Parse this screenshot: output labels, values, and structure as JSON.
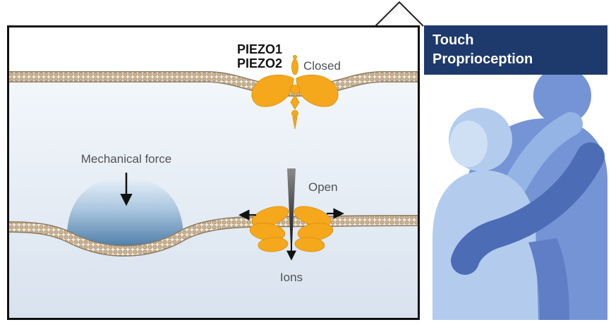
{
  "figure": {
    "main": {
      "piezo_label_line1": "PIEZO1",
      "piezo_label_line2": "PIEZO2",
      "closed_label": "Closed",
      "mechanical_force_label": "Mechanical force",
      "open_label": "Open",
      "ions_label": "Ions"
    },
    "side": {
      "title_line1": "Touch",
      "title_line2": "Proprioception"
    }
  },
  "icons": {
    "mechanical_force_arrow": "down-arrow",
    "ion_flow_arrow": "down-arrow",
    "membrane_tension_arrow_left": "left-arrow",
    "membrane_tension_arrow_right": "right-arrow",
    "magnification_callout": "zoom-wedge-lines"
  },
  "colors": {
    "channel_orange": "#f5a81c",
    "membrane_bead_tan": "#cdb293",
    "membrane_edge_brown": "#8d7a60",
    "cell_background_top": "#f3f7fb",
    "cell_background_bottom": "#d8e2ee",
    "force_dome_light": "#e8f0f8",
    "force_dome_dark": "#4a7aa6",
    "panel_border": "#101010",
    "header_navy": "#1e3a6c",
    "header_text": "#ffffff",
    "label_gray": "#4f5357",
    "label_black": "#141414",
    "person_back_blue": "#7494d6",
    "person_front_blue": "#b3ccee",
    "person_face_blue": "#cfe0f5",
    "person_arm_dark_blue": "#4d6cb6",
    "person_arm_light_blue": "#93b4e4"
  }
}
